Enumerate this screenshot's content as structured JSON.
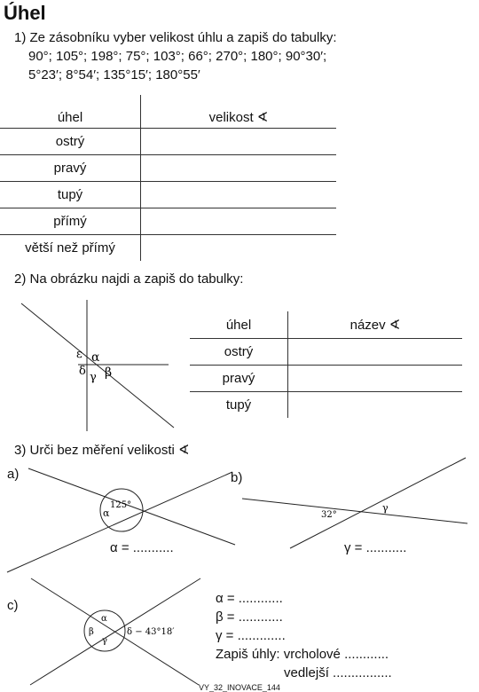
{
  "title": "Úhel",
  "task1": {
    "label": "1) Ze zásobníku vyber velikost úhlu a zapiš do tabulky:",
    "values_line1": "90°; 105°; 198°; 75°; 103°; 66°; 270°; 180°; 90°30′;",
    "values_line2": "5°23′; 8°54′; 135°15′; 180°55′",
    "table": {
      "header": [
        "úhel",
        "velikost ∢"
      ],
      "rows": [
        "ostrý",
        "pravý",
        "tupý",
        "přímý",
        "větší než přímý"
      ]
    }
  },
  "task2": {
    "label": "2) Na obrázku najdi a zapiš do tabulky:",
    "greek": {
      "epsilon": "ε",
      "alpha": "α",
      "delta": "δ",
      "beta": "β",
      "gamma": "γ"
    },
    "table": {
      "header": [
        "úhel",
        "název ∢"
      ],
      "rows": [
        "ostrý",
        "pravý",
        "tupý"
      ]
    }
  },
  "task3": {
    "label": "3) Urči bez měření velikosti ∢",
    "a": {
      "label": "a)",
      "angle": "125°",
      "greek": "α",
      "answer": "α = ..........."
    },
    "b": {
      "label": "b)",
      "angle": "32°",
      "greek": "γ",
      "answer": "γ = ..........."
    },
    "c": {
      "label": "c)",
      "alpha": "α",
      "beta": "β",
      "gamma": "γ",
      "delta_label": "δ − 43°18′",
      "answers": [
        "α = ............",
        "β = ............",
        "γ = .............",
        "Zapiš úhly: vrcholové ............",
        "vedlejší ................"
      ]
    }
  },
  "footer": "VY_32_INOVACE_144"
}
